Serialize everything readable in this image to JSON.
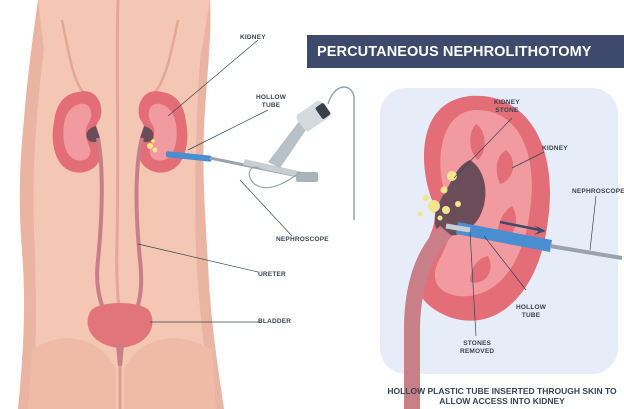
{
  "title": "PERCUTANEOUS NEPHROLITHOTOMY",
  "caption": {
    "line1": "HOLLOW PLASTIC TUBE INSERTED THROUGH SKIN TO",
    "line2": "ALLOW ACCESS INTO KIDNEY"
  },
  "left_labels": {
    "kidney": "KIDNEY",
    "hollow_tube": [
      "HOLLOW",
      "TUBE"
    ],
    "nephroscope": "NEPHROSCOPE",
    "ureter": "URETER",
    "bladder": "BLADDER"
  },
  "right_labels": {
    "kidney_stone": [
      "KIDNEY",
      "STONE"
    ],
    "kidney": "KIDNEY",
    "nephroscope": "NEPHROSCOPE",
    "hollow_tube": [
      "HOLLOW",
      "TUBE"
    ],
    "stones_removed": [
      "STONES",
      "REMOVED"
    ]
  },
  "colors": {
    "skin": "#f3c7b4",
    "skin_shadow": "#e4ab98",
    "kidney": "#e36e77",
    "kidney_light": "#f19aa0",
    "pelvis": "#6b4d5a",
    "ureter": "#c97f87",
    "bladder": "#e2747c",
    "stone": "#f2e58b",
    "tube": "#4a8ed2",
    "title_bg": "#3d4a6b",
    "panel_bg": "#e7edf8",
    "label_text": "#3a4350"
  }
}
